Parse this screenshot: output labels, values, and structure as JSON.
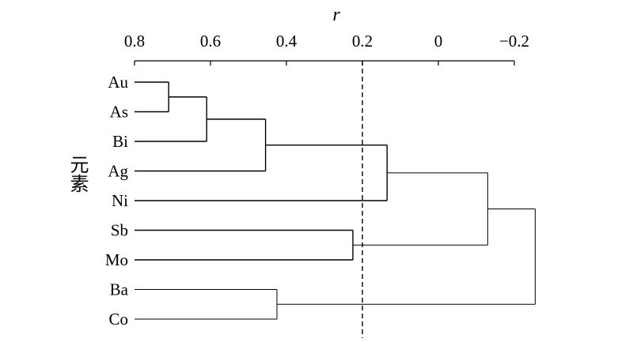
{
  "chart_data": {
    "type": "dendrogram",
    "title": "",
    "axis_title": "r",
    "ylabel": "元素",
    "xlim": [
      0.8,
      -0.2
    ],
    "axis_position": "top",
    "x_ticks": [
      0.8,
      0.6,
      0.4,
      0.2,
      0,
      -0.2
    ],
    "x_tick_labels": [
      "0.8",
      "0.6",
      "0.4",
      "0.2",
      "0",
      "−0.2"
    ],
    "threshold_line": 0.2,
    "leaves": [
      "Au",
      "As",
      "Bi",
      "Ag",
      "Ni",
      "Sb",
      "Mo",
      "Ba",
      "Co"
    ],
    "merges": [
      {
        "left": "Au",
        "right": "As",
        "r": 0.71
      },
      {
        "left": "(Au,As)",
        "right": "Bi",
        "r": 0.61
      },
      {
        "left": "(Au,As,Bi)",
        "right": "Ag",
        "r": 0.455
      },
      {
        "left": "(Au,As,Bi,Ag)",
        "right": "Ni",
        "r": 0.135
      },
      {
        "left": "Sb",
        "right": "Mo",
        "r": 0.225
      },
      {
        "left": "(Au,As,Bi,Ag,Ni)",
        "right": "(Sb,Mo)",
        "r": -0.13
      },
      {
        "left": "Ba",
        "right": "Co",
        "r": 0.425
      },
      {
        "left": "(Au,As,Bi,Ag,Ni,Sb,Mo)",
        "right": "(Ba,Co)",
        "r": -0.255
      }
    ]
  }
}
